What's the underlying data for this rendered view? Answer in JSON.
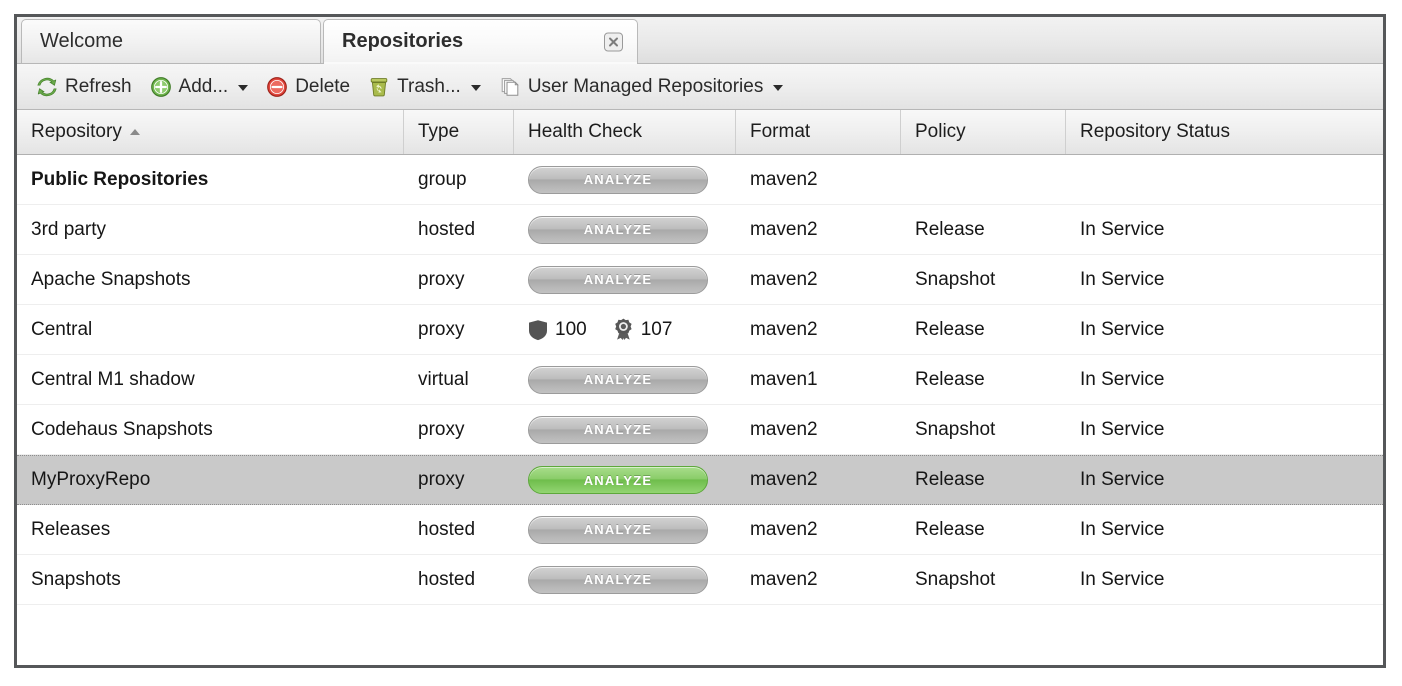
{
  "tabs": [
    {
      "label": "Welcome",
      "active": false,
      "closable": false
    },
    {
      "label": "Repositories",
      "active": true,
      "closable": true,
      "close_icon": "close-icon"
    }
  ],
  "toolbar": {
    "items": [
      {
        "label": "Refresh",
        "icon": "refresh-icon",
        "has_menu": false
      },
      {
        "label": "Add...",
        "icon": "add-circle-icon",
        "has_menu": true
      },
      {
        "label": "Delete",
        "icon": "delete-circle-icon",
        "has_menu": false
      },
      {
        "label": "Trash...",
        "icon": "trash-bin-icon",
        "has_menu": true
      },
      {
        "label": "User Managed Repositories",
        "icon": "copy-pages-icon",
        "has_menu": true
      }
    ]
  },
  "table": {
    "columns": [
      {
        "key": "repository",
        "label": "Repository",
        "sort": "asc"
      },
      {
        "key": "type",
        "label": "Type",
        "sort": null
      },
      {
        "key": "health",
        "label": "Health Check",
        "sort": null
      },
      {
        "key": "format",
        "label": "Format",
        "sort": null
      },
      {
        "key": "policy",
        "label": "Policy",
        "sort": null
      },
      {
        "key": "status",
        "label": "Repository Status",
        "sort": null
      }
    ],
    "analyze_label": "ANALYZE",
    "rows": [
      {
        "repository": "Public Repositories",
        "bold": true,
        "type": "group",
        "health": {
          "kind": "analyze",
          "state": "gray"
        },
        "format": "maven2",
        "policy": "",
        "status": "",
        "selected": false
      },
      {
        "repository": "3rd party",
        "bold": false,
        "type": "hosted",
        "health": {
          "kind": "analyze",
          "state": "gray"
        },
        "format": "maven2",
        "policy": "Release",
        "status": "In Service",
        "selected": false
      },
      {
        "repository": "Apache Snapshots",
        "bold": false,
        "type": "proxy",
        "health": {
          "kind": "analyze",
          "state": "gray"
        },
        "format": "maven2",
        "policy": "Snapshot",
        "status": "In Service",
        "selected": false
      },
      {
        "repository": "Central",
        "bold": false,
        "type": "proxy",
        "health": {
          "kind": "metrics",
          "security_icon": "shield-icon",
          "security_value": "100",
          "license_icon": "award-medal-icon",
          "license_value": "107"
        },
        "format": "maven2",
        "policy": "Release",
        "status": "In Service",
        "selected": false
      },
      {
        "repository": "Central M1 shadow",
        "bold": false,
        "type": "virtual",
        "health": {
          "kind": "analyze",
          "state": "gray"
        },
        "format": "maven1",
        "policy": "Release",
        "status": "In Service",
        "selected": false
      },
      {
        "repository": "Codehaus Snapshots",
        "bold": false,
        "type": "proxy",
        "health": {
          "kind": "analyze",
          "state": "gray"
        },
        "format": "maven2",
        "policy": "Snapshot",
        "status": "In Service",
        "selected": false
      },
      {
        "repository": "MyProxyRepo",
        "bold": false,
        "type": "proxy",
        "health": {
          "kind": "analyze",
          "state": "green"
        },
        "format": "maven2",
        "policy": "Release",
        "status": "In Service",
        "selected": true
      },
      {
        "repository": "Releases",
        "bold": false,
        "type": "hosted",
        "health": {
          "kind": "analyze",
          "state": "gray"
        },
        "format": "maven2",
        "policy": "Release",
        "status": "In Service",
        "selected": false
      },
      {
        "repository": "Snapshots",
        "bold": false,
        "type": "hosted",
        "health": {
          "kind": "analyze",
          "state": "gray"
        },
        "format": "maven2",
        "policy": "Snapshot",
        "status": "In Service",
        "selected": false
      }
    ]
  },
  "colors": {
    "frame_border": "#555759",
    "selected_row": "#c9c9c9",
    "analyze_green": "#6fbd4c",
    "analyze_gray": "#b4b4b4",
    "refresh_green": "#6aab4a",
    "delete_red": "#e0453c",
    "trash_olive": "#97a83f"
  }
}
